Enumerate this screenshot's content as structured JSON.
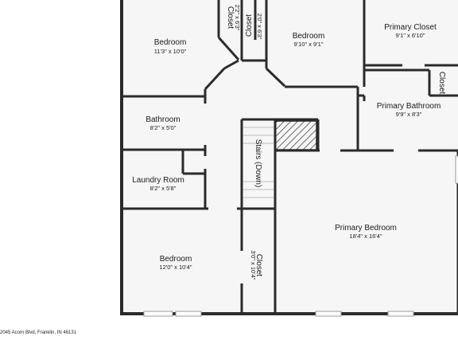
{
  "rooms": [
    {
      "id": "bedroom-nw",
      "name": "Bedroom",
      "dims": "11'3\" x 10'0\""
    },
    {
      "id": "closet-nw",
      "name": "Closet",
      "dims": "2'2\" x 6'3\""
    },
    {
      "id": "closet-top",
      "name": "Closet",
      "dims": "2'0\" x 6'3\""
    },
    {
      "id": "bedroom-n",
      "name": "Bedroom",
      "dims": "9'10\" x 9'1\""
    },
    {
      "id": "primary-closet",
      "name": "Primary Closet",
      "dims": "9'1\" x 6'10\""
    },
    {
      "id": "closet-small",
      "name": "Closet",
      "dims": ""
    },
    {
      "id": "primary-bathroom",
      "name": "Primary Bathroom",
      "dims": "9'9\" x 8'3\""
    },
    {
      "id": "bathroom",
      "name": "Bathroom",
      "dims": "8'2\" x 5'0\""
    },
    {
      "id": "laundry-room",
      "name": "Laundry Room",
      "dims": "8'2\" x 5'8\""
    },
    {
      "id": "stairs",
      "name": "Stairs (Down)",
      "dims": ""
    },
    {
      "id": "primary-bedroom",
      "name": "Primary Bedroom",
      "dims": "18'4\" x 16'4\""
    },
    {
      "id": "bedroom-sw",
      "name": "Bedroom",
      "dims": "12'0\" x 10'4\""
    },
    {
      "id": "closet-s",
      "name": "Closet",
      "dims": "3'0\" x 10'4\""
    }
  ],
  "footer": {
    "address": "2045 Acorn Blvd, Franklin, IN 46131"
  },
  "colors": {
    "floor": "#f6f6f6",
    "wall": "#2b2b2b",
    "background": "#ffffff"
  }
}
